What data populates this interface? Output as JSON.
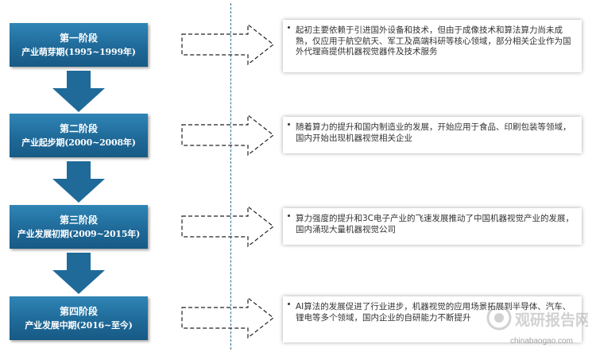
{
  "stages": [
    {
      "name": "第一阶段",
      "period": "产业萌芽期(1995~1999年)",
      "desc": "起初主要依赖于引进国外设备和技术，但由于成像技术和算法算力尚未成熟，仅应用于航空航天、军工及高端科研等核心领域，部分相关企业作为国外代理商提供机器视觉器件及技术服务"
    },
    {
      "name": "第二阶段",
      "period": "产业起步期(2000~2008年)",
      "desc": "随着算力的提升和国内制造业的发展，开始应用于食品、印刷包装等领域，国内开始出现机器视觉相关企业"
    },
    {
      "name": "第三阶段",
      "period": "产业发展初期(2009~2015年)",
      "desc": "算力强度的提升和3C电子产业的飞速发展推动了中国机器视觉产业的发展，国内涌现大量机器视觉公司"
    },
    {
      "name": "第四阶段",
      "period": "产业发展中期(2016~至今)",
      "desc": "AI算法的发展促进了行业进步，机器视觉的应用场景拓展到半导体、汽车、锂电等多个领域，国内企业的自研能力不断提升"
    }
  ],
  "watermark": {
    "logo_text": "观研报告网",
    "url": "chinabaogao.com"
  },
  "colors": {
    "stage_box": "#1f6a99",
    "arrow": "#1f6a99",
    "divider": "#2a6e98"
  }
}
